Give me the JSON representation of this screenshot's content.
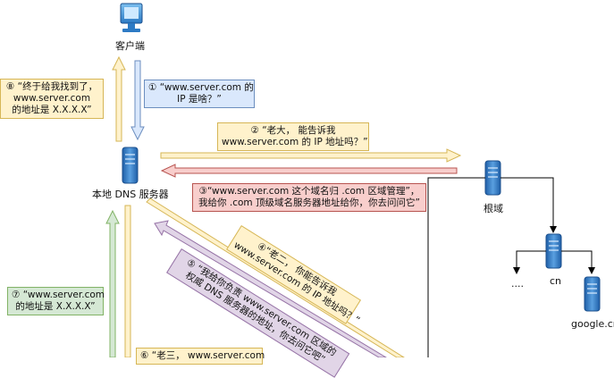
{
  "nodes": {
    "client": "客户端",
    "local_dns": "本地 DNS 服务器",
    "root": "根域",
    "cn": "cn",
    "ellipsis": "....",
    "google": "google.cn"
  },
  "notes": {
    "n1": [
      "① “www.server.com 的",
      "IP 是啥？”"
    ],
    "n2": [
      "② “老大， 能告诉我",
      "www.server.com 的 IP 地址吗？”"
    ],
    "n3": [
      "③“www.server.com 这个域名归 .com 区域管理”，",
      "我给你 .com 顶级域名服务器地址给你，你去问问它”"
    ],
    "n4": [
      "④“老二， 你能告诉我",
      "www.server.com 的 IP 地址吗？”"
    ],
    "n5": [
      "⑤ “我给你负责 www.server.com 区域的",
      "权威 DNS 服务器的地址，你去问它吧”"
    ],
    "n6": [
      "⑥ “老三， www.server.com"
    ],
    "n7": [
      "⑦ “www.server.com",
      "的地址是 X.X.X.X”"
    ],
    "n8": [
      "⑧ “终于给我找到了，",
      "www.server.com",
      "的地址是 X.X.X.X”"
    ]
  },
  "colors": {
    "yellow_fill": "#fff2cc",
    "yellow_stroke": "#d6b656",
    "blue_fill": "#dae8fc",
    "blue_stroke": "#6c8ebf",
    "red_fill": "#f8cecc",
    "red_stroke": "#b85450",
    "green_fill": "#d5e8d4",
    "green_stroke": "#82b366",
    "purple_fill": "#e1d5e7",
    "purple_stroke": "#9673a6",
    "server_blue": "#2f6fb5"
  }
}
